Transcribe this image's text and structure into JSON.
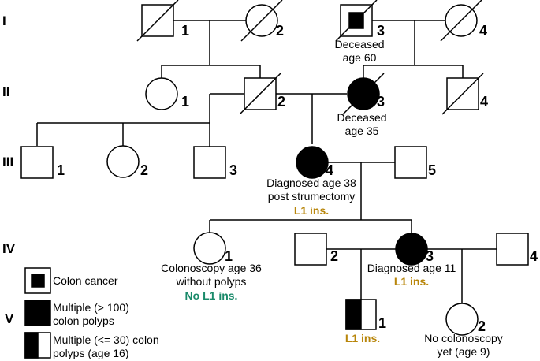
{
  "generations": [
    "I",
    "II",
    "III",
    "IV",
    "V"
  ],
  "individuals": {
    "I1": {
      "number": "1"
    },
    "I2": {
      "number": "2"
    },
    "I3": {
      "number": "3",
      "notes": [
        "Deceased",
        "age 60"
      ]
    },
    "I4": {
      "number": "4"
    },
    "II1": {
      "number": "1"
    },
    "II2": {
      "number": "2"
    },
    "II3": {
      "number": "3",
      "notes": [
        "Deceased",
        "age 35"
      ]
    },
    "II4": {
      "number": "4"
    },
    "III1": {
      "number": "1"
    },
    "III2": {
      "number": "2"
    },
    "III3": {
      "number": "3"
    },
    "III4": {
      "number": "4",
      "notes": [
        "Diagnosed age 38",
        "post strumectomy"
      ],
      "mutation": "L1 ins."
    },
    "III5": {
      "number": "5"
    },
    "IV1": {
      "number": "1",
      "notes": [
        "Colonoscopy age 36",
        "without polyps"
      ],
      "mutation": "No L1 ins."
    },
    "IV2": {
      "number": "2"
    },
    "IV3": {
      "number": "3",
      "notes": [
        "Diagnosed age 11"
      ],
      "mutation": "L1 ins."
    },
    "IV4": {
      "number": "4"
    },
    "V1": {
      "number": "1",
      "mutation": "L1 ins."
    },
    "V2": {
      "number": "2",
      "notes": [
        "No colonoscopy",
        "yet (age 9)"
      ]
    }
  },
  "legend": {
    "colon_cancer": "Colon cancer",
    "multiple_100": [
      "Multiple (> 100)",
      "colon polyps"
    ],
    "multiple_30": [
      "Multiple (<= 30) colon",
      "polyps (age 16)"
    ]
  },
  "colors": {
    "mutation": "#b8860b",
    "no_mutation": "#1a8a6a"
  }
}
